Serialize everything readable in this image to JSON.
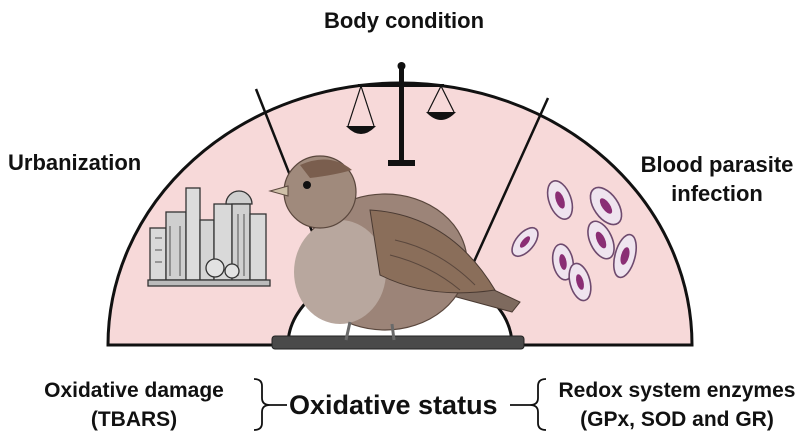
{
  "labels": {
    "top": "Body condition",
    "left": "Urbanization",
    "right_line1": "Blood parasite",
    "right_line2": "infection",
    "bottom_left_line1": "Oxidative damage",
    "bottom_left_line2": "(TBARS)",
    "center": "Oxidative status",
    "bottom_right_line1": "Redox system enzymes",
    "bottom_right_line2": "(GPx, SOD and GR)"
  },
  "colors": {
    "fan_fill": "#f7d9d9",
    "outline": "#111111",
    "cell_fill": "#efe4ef",
    "cell_nucleus": "#8a2e74",
    "bird": "#9c8478",
    "building": "#d6d6d6"
  },
  "icons": [
    "city-skyline-icon",
    "balance-scale-icon",
    "red-blood-cell-icon",
    "sparrow-illustration"
  ]
}
